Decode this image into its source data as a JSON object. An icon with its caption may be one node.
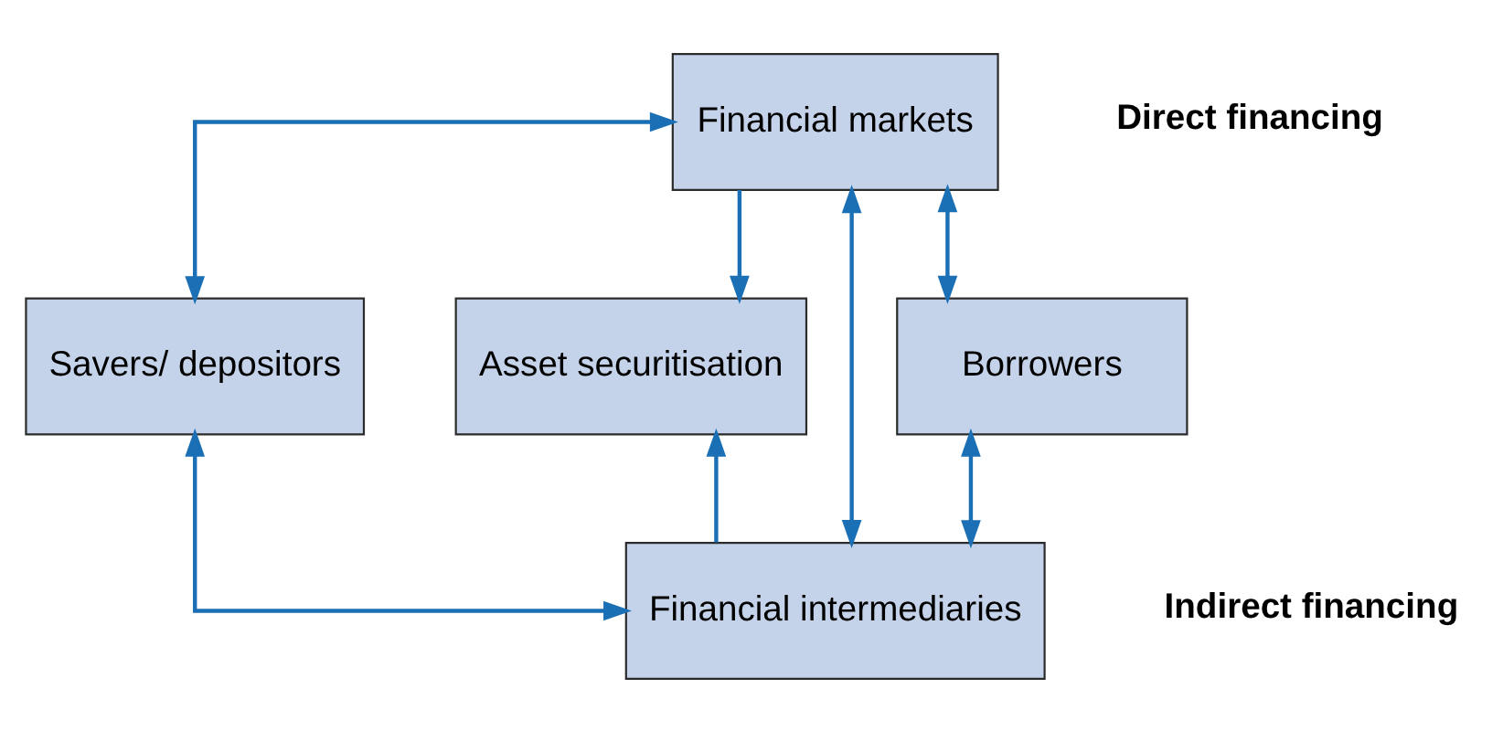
{
  "diagram": {
    "nodes": [
      {
        "text": [
          "Financial markets"
        ]
      },
      {
        "text": [
          "Savers/ depositors"
        ]
      },
      {
        "text": [
          "Asset securitisation"
        ]
      },
      {
        "text": [
          "Borrowers"
        ]
      },
      {
        "text": [
          "Financial intermediaries"
        ]
      }
    ],
    "edges": [
      {
        "from": 1,
        "to": 0,
        "arrow": "both"
      },
      {
        "from": 0,
        "to": 3,
        "arrow": "both"
      },
      {
        "from": 0,
        "to": 2,
        "arrow": "to"
      },
      {
        "from": 0,
        "to": 4,
        "arrow": "both"
      },
      {
        "from": 4,
        "to": 2,
        "arrow": "to"
      },
      {
        "from": 1,
        "to": 4,
        "arrow": "both"
      },
      {
        "from": 3,
        "to": 4,
        "arrow": "both"
      }
    ],
    "labels": [
      "Direct financing",
      "Indirect financing"
    ]
  }
}
